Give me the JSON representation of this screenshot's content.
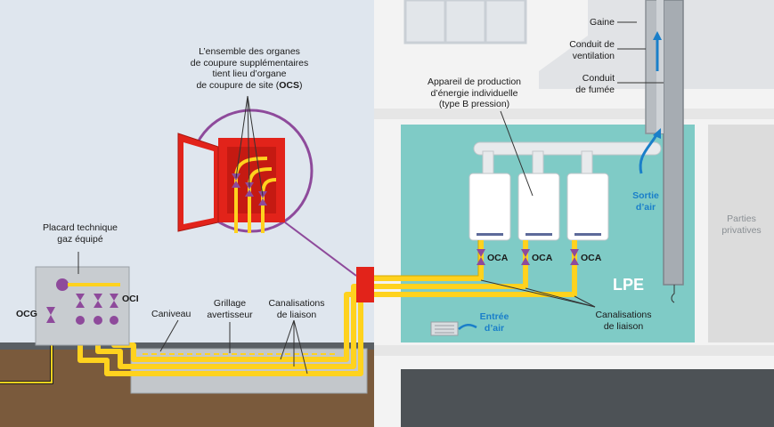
{
  "labels": {
    "ocs_line1": "L’ensemble des organes",
    "ocs_line2": "de coupure supplémentaires",
    "ocs_line3": "tient lieu d’organe",
    "ocs_line4_pre": "de coupure de site (",
    "ocs_abbr": "OCS",
    "ocs_line4_post": ")",
    "placard_line1": "Placard technique",
    "placard_line2": "gaz équipé",
    "ocg": "OCG",
    "oci": "OCI",
    "caniveau": "Caniveau",
    "grillage_line1": "Grillage",
    "grillage_line2": "avertisseur",
    "canal_left_line1": "Canalisations",
    "canal_left_line2": "de liaison",
    "appareil_line1": "Appareil de production",
    "appareil_line2": "d’énergie individuelle",
    "appareil_line3": "(type B pression)",
    "gaine": "Gaine",
    "ventil_line1": "Conduit de",
    "ventil_line2": "ventilation",
    "fumee_line1": "Conduit",
    "fumee_line2": "de fumée",
    "sortie_line1": "Sortie",
    "sortie_line2": "d’air",
    "entree_line1": "Entrée",
    "entree_line2": "d’air",
    "oca_1": "OCA",
    "oca_2": "OCA",
    "oca_3": "OCA",
    "lpe": "LPE",
    "canal_right_line1": "Canalisations",
    "canal_right_line2": "de liaison",
    "parties_line1": "Parties",
    "parties_line2": "privatives"
  },
  "colors": {
    "wall": "#dfe6ee",
    "soil": "#7a5a3c",
    "gas_pipe": "#ffd21e",
    "room_lpe": "#7fcbc6",
    "valve": "#8e4a9b",
    "cabinet_red": "#e2231a",
    "accent_blue": "#1a7fc9"
  },
  "icons": [
    "valve-icon",
    "boiler-icon",
    "arrow-up-icon",
    "air-vent-icon",
    "ocs-box-icon"
  ]
}
